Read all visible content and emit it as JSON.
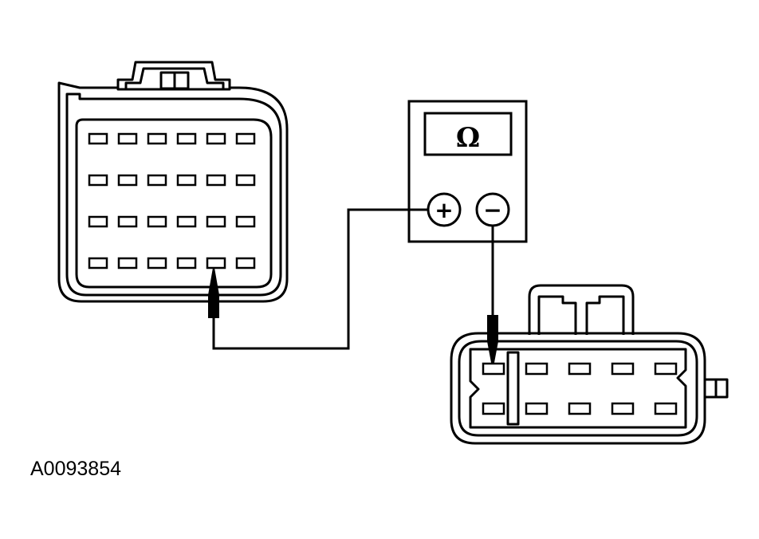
{
  "figure": {
    "reference_code": "A0093854"
  },
  "meter": {
    "display_symbol": "Ω",
    "positive_terminal": "+",
    "negative_terminal": "−"
  },
  "colors": {
    "line": "#000000",
    "background": "#ffffff"
  },
  "connectors": {
    "left": {
      "rows": 4,
      "pins_per_row": 6,
      "probe_pin": {
        "row": 4,
        "column": 5
      }
    },
    "right": {
      "rows": 2,
      "pins_per_row": 5,
      "probe_pin": {
        "row": 1,
        "column": 1
      }
    }
  }
}
